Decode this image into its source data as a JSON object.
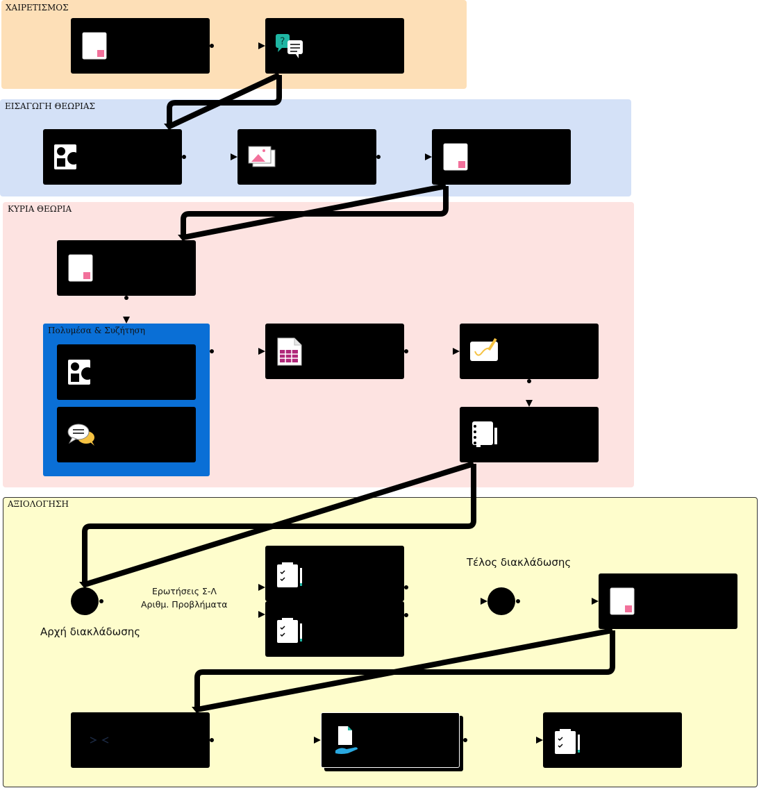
{
  "lanes": {
    "greeting": "ΧΑΙΡΕΤΙΣΜΟΣ",
    "intro": "ΕΙΣΑΓΩΓΗ ΘΕΩΡΙΑΣ",
    "main": "ΚΥΡΙΑ ΘΕΩΡΙΑ",
    "evaluation": "ΑΞΙΟΛΟΓΗΣΗ"
  },
  "group": {
    "title": "Πολυμέσα & Συζήτηση"
  },
  "branch": {
    "start_label": "Αρχή διακλάδωσης",
    "end_label": "Τέλος διακλάδωσης",
    "path_label_1": "Ερωτήσεις Σ-Λ",
    "path_label_2": "Αριθμ. Προβλήματα"
  },
  "colors": {
    "greeting_lane": "#fddfb7",
    "intro_lane": "#d4e1f7",
    "main_lane": "#fde3e1",
    "evaluation_lane": "#fefdcc",
    "group_fill": "#0a6fd6",
    "node_fill": "#000000",
    "accent_pink": "#f2719b",
    "accent_teal": "#1fb6a3",
    "accent_yellow": "#f5c242"
  },
  "icons": [
    "page-icon",
    "question-chat-icon",
    "shapes-icon",
    "image-gallery-icon",
    "spreadsheet-icon",
    "signature-icon",
    "notebook-icon",
    "chat-bubbles-icon",
    "clipboard-checklist-icon",
    "code-icon",
    "hand-document-icon"
  ]
}
